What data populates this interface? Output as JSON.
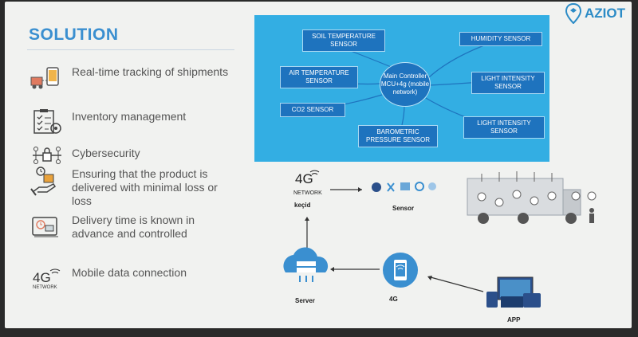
{
  "brand": {
    "logo_text": "AZIOT"
  },
  "title": "SOLUTION",
  "features": [
    {
      "icon": "shipment-tracking-icon",
      "text": "Real-time tracking of shipments"
    },
    {
      "icon": "inventory-clipboard-icon",
      "text": "Inventory management"
    },
    {
      "icon": "cybersecurity-icon",
      "text": "Cybersecurity"
    },
    {
      "icon": "delivery-hand-icon",
      "text": "Ensuring that the product is delivered with minimal loss or loss"
    },
    {
      "icon": "delivery-clock-truck-icon",
      "text": "Delivery time is known in advance and controlled"
    },
    {
      "icon": "4g-network-icon",
      "text": "Mobile data connection"
    }
  ],
  "diagram": {
    "hub_label": "Main Controller MCU+4g (mobile network)",
    "sensors": [
      "SOIL TEMPERATURE SENSOR",
      "HUMIDITY SENSOR",
      "AIR TEMPERATURE SENSOR",
      "LIGHT INTENSITY SENSOR",
      "CO2 SENSOR",
      "LIGHT INTENSITY SENSOR",
      "BAROMETRIC PRESSURE SENSOR"
    ]
  },
  "flow": {
    "network_4g": "4G",
    "network_word": "NETWORK",
    "kecid": "keçid",
    "sensor": "Sensor",
    "server": "Server",
    "phone_4g": "4G",
    "app": "APP"
  },
  "colors": {
    "accent": "#3a8fd0",
    "panel": "#33aee3",
    "box": "#1e73be"
  }
}
